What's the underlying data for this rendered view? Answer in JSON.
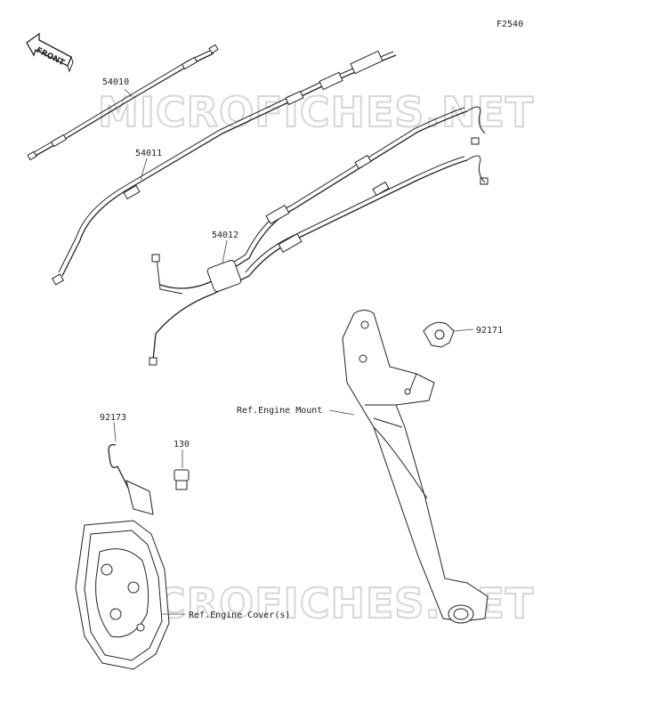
{
  "diagram_code": "F2540",
  "orientation_label": "FRONT",
  "watermark": "MICROFICHES.NET",
  "parts": [
    {
      "number": "54010"
    },
    {
      "number": "54011"
    },
    {
      "number": "54012"
    },
    {
      "number": "92171"
    },
    {
      "number": "92173"
    },
    {
      "number": "130"
    }
  ],
  "references": {
    "engine_mount": "Ref.Engine Mount",
    "engine_cover": "Ref.Engine Cover(s)"
  }
}
